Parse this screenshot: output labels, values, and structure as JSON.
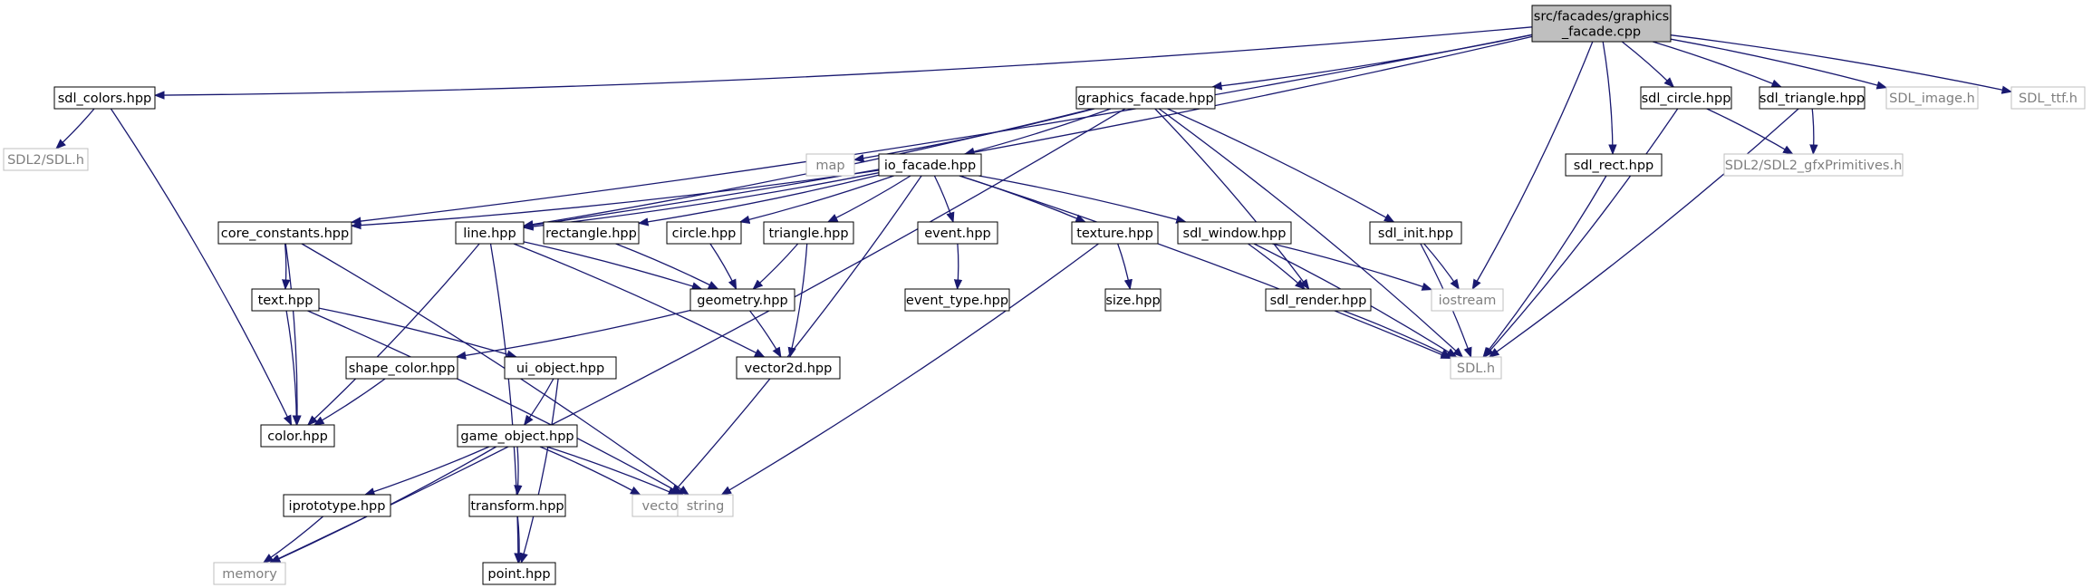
{
  "graph": {
    "colors": {
      "edge": "#191970",
      "node_border": "#000000",
      "external_border": "#bfbfbf",
      "external_text": "#7f7f7f",
      "root_fill": "#bfbfbf"
    },
    "nodes": [
      {
        "id": "root",
        "lines": [
          "src/facades/graphics",
          "_facade.cpp"
        ],
        "kind": "root"
      },
      {
        "id": "sdl_colors",
        "lines": [
          "sdl_colors.hpp"
        ],
        "kind": "file"
      },
      {
        "id": "graphics_facade",
        "lines": [
          "graphics_facade.hpp"
        ],
        "kind": "file"
      },
      {
        "id": "sdl_circle",
        "lines": [
          "sdl_circle.hpp"
        ],
        "kind": "file"
      },
      {
        "id": "sdl_triangle",
        "lines": [
          "sdl_triangle.hpp"
        ],
        "kind": "file"
      },
      {
        "id": "sdl_image",
        "lines": [
          "SDL_image.h"
        ],
        "kind": "external"
      },
      {
        "id": "sdl_ttf",
        "lines": [
          "SDL_ttf.h"
        ],
        "kind": "external"
      },
      {
        "id": "sdl2_sdl",
        "lines": [
          "SDL2/SDL.h"
        ],
        "kind": "external"
      },
      {
        "id": "map",
        "lines": [
          "map"
        ],
        "kind": "external"
      },
      {
        "id": "io_facade",
        "lines": [
          "io_facade.hpp"
        ],
        "kind": "file"
      },
      {
        "id": "sdl_rect",
        "lines": [
          "sdl_rect.hpp"
        ],
        "kind": "file"
      },
      {
        "id": "gfx",
        "lines": [
          "SDL2/SDL2_gfxPrimitives.h"
        ],
        "kind": "external"
      },
      {
        "id": "core_constants",
        "lines": [
          "core_constants.hpp"
        ],
        "kind": "file"
      },
      {
        "id": "line",
        "lines": [
          "line.hpp"
        ],
        "kind": "file"
      },
      {
        "id": "rectangle",
        "lines": [
          "rectangle.hpp"
        ],
        "kind": "file"
      },
      {
        "id": "circle",
        "lines": [
          "circle.hpp"
        ],
        "kind": "file"
      },
      {
        "id": "triangle",
        "lines": [
          "triangle.hpp"
        ],
        "kind": "file"
      },
      {
        "id": "event",
        "lines": [
          "event.hpp"
        ],
        "kind": "file"
      },
      {
        "id": "texture",
        "lines": [
          "texture.hpp"
        ],
        "kind": "file"
      },
      {
        "id": "sdl_window",
        "lines": [
          "sdl_window.hpp"
        ],
        "kind": "file"
      },
      {
        "id": "sdl_init",
        "lines": [
          "sdl_init.hpp"
        ],
        "kind": "file"
      },
      {
        "id": "text",
        "lines": [
          "text.hpp"
        ],
        "kind": "file"
      },
      {
        "id": "geometry",
        "lines": [
          "geometry.hpp"
        ],
        "kind": "file"
      },
      {
        "id": "event_type",
        "lines": [
          "event_type.hpp"
        ],
        "kind": "file"
      },
      {
        "id": "size",
        "lines": [
          "size.hpp"
        ],
        "kind": "file"
      },
      {
        "id": "sdl_render",
        "lines": [
          "sdl_render.hpp"
        ],
        "kind": "file"
      },
      {
        "id": "iostream",
        "lines": [
          "iostream"
        ],
        "kind": "external"
      },
      {
        "id": "shape_color",
        "lines": [
          "shape_color.hpp"
        ],
        "kind": "file"
      },
      {
        "id": "ui_object",
        "lines": [
          "ui_object.hpp"
        ],
        "kind": "file"
      },
      {
        "id": "vector2d",
        "lines": [
          "vector2d.hpp"
        ],
        "kind": "file"
      },
      {
        "id": "sdl_h",
        "lines": [
          "SDL.h"
        ],
        "kind": "external"
      },
      {
        "id": "color",
        "lines": [
          "color.hpp"
        ],
        "kind": "file"
      },
      {
        "id": "game_object",
        "lines": [
          "game_object.hpp"
        ],
        "kind": "file"
      },
      {
        "id": "iprototype",
        "lines": [
          "iprototype.hpp"
        ],
        "kind": "file"
      },
      {
        "id": "transform",
        "lines": [
          "transform.hpp"
        ],
        "kind": "file"
      },
      {
        "id": "vector",
        "lines": [
          "vector"
        ],
        "kind": "external"
      },
      {
        "id": "string",
        "lines": [
          "string"
        ],
        "kind": "external"
      },
      {
        "id": "memory",
        "lines": [
          "memory"
        ],
        "kind": "external"
      },
      {
        "id": "point",
        "lines": [
          "point.hpp"
        ],
        "kind": "file"
      }
    ],
    "edges": [
      [
        "root",
        "sdl_colors"
      ],
      [
        "root",
        "graphics_facade"
      ],
      [
        "root",
        "sdl_circle"
      ],
      [
        "root",
        "sdl_triangle"
      ],
      [
        "root",
        "sdl_image"
      ],
      [
        "root",
        "sdl_ttf"
      ],
      [
        "root",
        "sdl_rect"
      ],
      [
        "root",
        "iostream"
      ],
      [
        "root",
        "line"
      ],
      [
        "root",
        "core_constants"
      ],
      [
        "sdl_colors",
        "sdl2_sdl"
      ],
      [
        "sdl_colors",
        "color"
      ],
      [
        "graphics_facade",
        "map"
      ],
      [
        "graphics_facade",
        "io_facade"
      ],
      [
        "graphics_facade",
        "line"
      ],
      [
        "graphics_facade",
        "memory"
      ],
      [
        "graphics_facade",
        "sdl_init"
      ],
      [
        "graphics_facade",
        "sdl_render"
      ],
      [
        "graphics_facade",
        "sdl_h"
      ],
      [
        "io_facade",
        "core_constants"
      ],
      [
        "io_facade",
        "line"
      ],
      [
        "io_facade",
        "rectangle"
      ],
      [
        "io_facade",
        "circle"
      ],
      [
        "io_facade",
        "triangle"
      ],
      [
        "io_facade",
        "event"
      ],
      [
        "io_facade",
        "texture"
      ],
      [
        "io_facade",
        "sdl_window"
      ],
      [
        "io_facade",
        "vector"
      ],
      [
        "io_facade",
        "sdl_h"
      ],
      [
        "sdl_circle",
        "gfx"
      ],
      [
        "sdl_circle",
        "sdl_h"
      ],
      [
        "sdl_triangle",
        "gfx"
      ],
      [
        "sdl_triangle",
        "sdl_h"
      ],
      [
        "sdl_rect",
        "sdl_h"
      ],
      [
        "core_constants",
        "text"
      ],
      [
        "core_constants",
        "color"
      ],
      [
        "core_constants",
        "string"
      ],
      [
        "line",
        "geometry"
      ],
      [
        "line",
        "vector2d"
      ],
      [
        "line",
        "color"
      ],
      [
        "line",
        "point"
      ],
      [
        "rectangle",
        "geometry"
      ],
      [
        "circle",
        "geometry"
      ],
      [
        "triangle",
        "geometry"
      ],
      [
        "triangle",
        "vector2d"
      ],
      [
        "event",
        "event_type"
      ],
      [
        "texture",
        "size"
      ],
      [
        "texture",
        "string"
      ],
      [
        "sdl_window",
        "sdl_render"
      ],
      [
        "sdl_window",
        "iostream"
      ],
      [
        "sdl_window",
        "sdl_h"
      ],
      [
        "sdl_init",
        "iostream"
      ],
      [
        "sdl_init",
        "sdl_h"
      ],
      [
        "sdl_render",
        "sdl_h"
      ],
      [
        "text",
        "color"
      ],
      [
        "text",
        "ui_object"
      ],
      [
        "text",
        "string"
      ],
      [
        "geometry",
        "vector2d"
      ],
      [
        "geometry",
        "shape_color"
      ],
      [
        "shape_color",
        "color"
      ],
      [
        "ui_object",
        "game_object"
      ],
      [
        "ui_object",
        "point"
      ],
      [
        "game_object",
        "iprototype"
      ],
      [
        "game_object",
        "transform"
      ],
      [
        "game_object",
        "vector"
      ],
      [
        "game_object",
        "string"
      ],
      [
        "game_object",
        "memory"
      ],
      [
        "iprototype",
        "memory"
      ],
      [
        "transform",
        "point"
      ]
    ]
  }
}
